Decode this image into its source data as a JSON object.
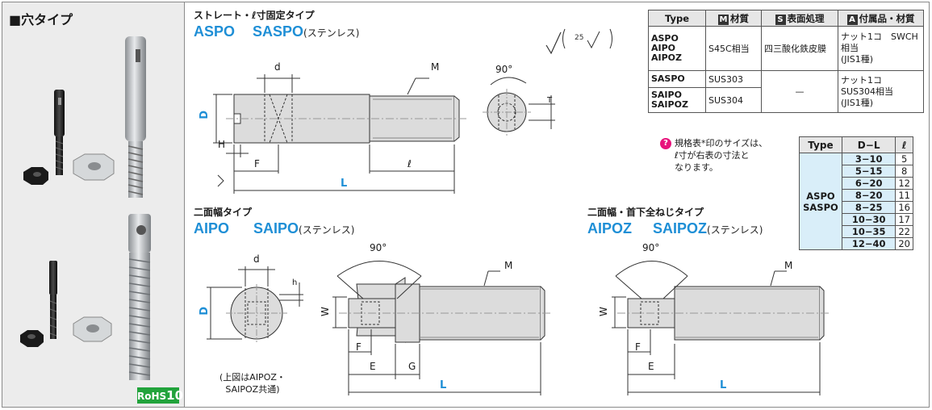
{
  "sidebar": {
    "category": "■穴タイプ",
    "rohs_label": "RoHS",
    "rohs_num": "10"
  },
  "straight": {
    "title": "ストレート・ℓ寸固定タイプ",
    "code1": "ASPO",
    "code2": "SASPO",
    "suffix": "(ステンレス)",
    "labels": {
      "d": "d",
      "M": "M",
      "D": "D",
      "H": "H",
      "F": "F",
      "l": "ℓ",
      "L": "L",
      "T": "T",
      "angle": "90°"
    }
  },
  "roughness": {
    "value": "25"
  },
  "two_flat": {
    "title": "二面幅タイプ",
    "code1": "AIPO",
    "code2": "SAIPO",
    "suffix": "(ステンレス)",
    "labels": {
      "d": "d",
      "D": "D",
      "h": "h",
      "angle": "90°",
      "M": "M",
      "W": "W",
      "F": "F",
      "E": "E",
      "G": "G",
      "L": "L"
    },
    "note": [
      "(上図はAIPOZ・",
      "SAIPOZ共通)"
    ]
  },
  "two_flat_full": {
    "title": "二面幅・首下全ねじタイプ",
    "code1": "AIPOZ",
    "code2": "SAIPOZ",
    "suffix": "(ステンレス)",
    "labels": {
      "angle": "90°",
      "M": "M",
      "W": "W",
      "F": "F",
      "E": "E",
      "L": "L"
    }
  },
  "material_table": {
    "headers": {
      "type": "Type",
      "material": "材質",
      "surface": "表面処理",
      "accessory": "付属品・材質",
      "icon_m": "M",
      "icon_s": "S",
      "icon_a": "A"
    },
    "rows": [
      {
        "types": [
          "ASPO",
          "AIPO",
          "AIPOZ"
        ],
        "material": "S45C相当",
        "surface": "四三酸化鉄皮膜",
        "accessory": [
          "ナット1コ　SWCH相当",
          "(JIS1種)"
        ]
      },
      {
        "types": [
          "SASPO"
        ],
        "material": "SUS303"
      },
      {
        "types": [
          "SAIPO",
          "SAIPOZ"
        ],
        "material": "SUS304",
        "surface": "—",
        "accessory": [
          "ナット1コ　SUS304相当",
          "(JIS1種)"
        ]
      }
    ]
  },
  "size_note": [
    "規格表*印のサイズは、",
    "ℓ寸が右表の寸法と",
    "なります。"
  ],
  "size_table": {
    "headers": {
      "type": "Type",
      "dl": "D−L",
      "l": "ℓ"
    },
    "types": [
      "ASPO",
      "SASPO"
    ],
    "rows": [
      {
        "dl": "3−10",
        "l": "5"
      },
      {
        "dl": "5−15",
        "l": "8"
      },
      {
        "dl": "6−20",
        "l": "12"
      },
      {
        "dl": "8−20",
        "l": "11"
      },
      {
        "dl": "8−25",
        "l": "16"
      },
      {
        "dl": "10−30",
        "l": "17"
      },
      {
        "dl": "10−35",
        "l": "22"
      },
      {
        "dl": "12−40",
        "l": "20"
      }
    ]
  }
}
